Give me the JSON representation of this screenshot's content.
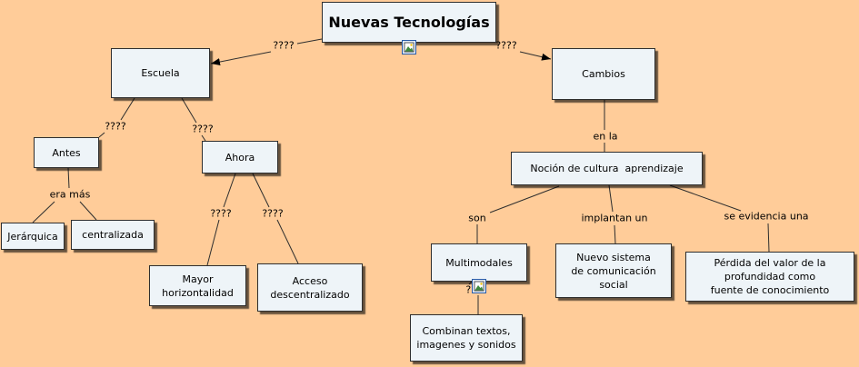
{
  "map": {
    "root": "Nuevas Tecnologías",
    "concepts": {
      "escuela": "Escuela",
      "cambios": "Cambios",
      "antes": "Antes",
      "ahora": "Ahora",
      "nocion": "Noción de cultura  aprendizaje",
      "jerarquica": "Jerárquica",
      "centralizada": "centralizada",
      "mayor": "Mayor\nhorizontalidad",
      "acceso": "Acceso\ndescentralizado",
      "multimodales": "Multimodales",
      "nuevo_sistema": "Nuevo sistema\nde comunicación\nsocial",
      "perdida": "Pérdida del valor de la\nprofundidad como\nfuente de conocimiento",
      "combinan": "Combinan textos,\nimagenes y sonidos"
    },
    "links": {
      "root_escuela": "????",
      "root_cambios": "????",
      "escuela_antes": "????",
      "escuela_ahora": "????",
      "antes": "era más",
      "ahora_mayor": "????",
      "ahora_acceso": "????",
      "cambios": "en la",
      "nocion_son": "son",
      "nocion_implantan": "implantan un",
      "nocion_evidencia": "se evidencia una",
      "multimodales": "????"
    },
    "resource_icons": {
      "root": "image-icon",
      "multimodales": "image-icon"
    }
  },
  "colors": {
    "background": "#FFCC99",
    "concept_fill": "#EEF4F8",
    "concept_border": "#2E2E2E",
    "line": "#2E2E2E"
  }
}
